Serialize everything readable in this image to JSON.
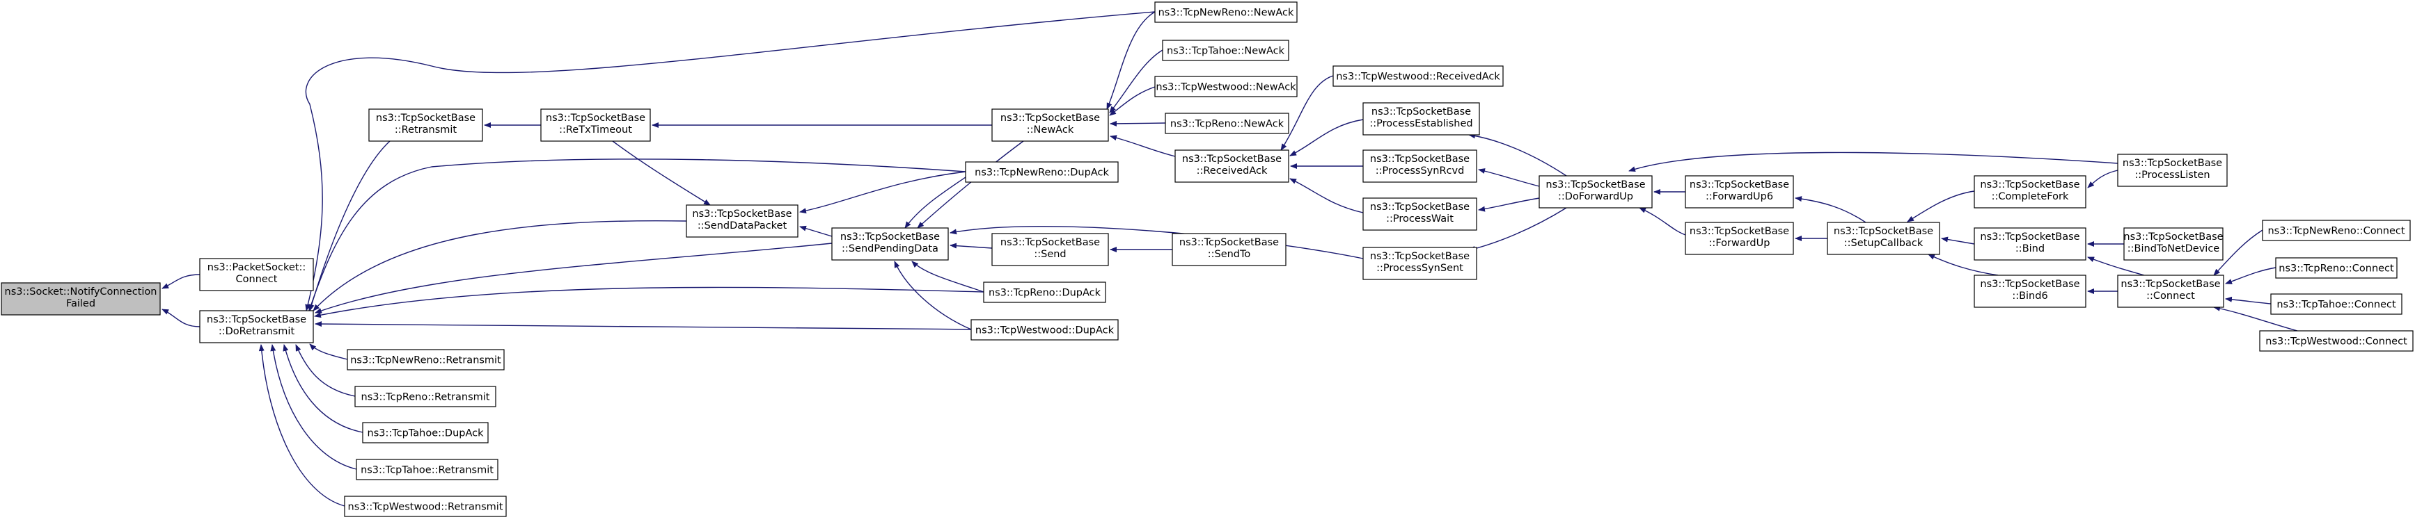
{
  "colors": {
    "edge": "#191970",
    "node_border": "#000000",
    "node_fill": "#ffffff",
    "focus_fill": "#bfbfbf"
  },
  "nodes": [
    {
      "id": "n_notify",
      "lines": [
        "ns3::Socket::NotifyConnection",
        "Failed"
      ],
      "focus": true
    },
    {
      "id": "n_packet_connect",
      "lines": [
        "ns3::PacketSocket::",
        "Connect"
      ]
    },
    {
      "id": "n_doretransmit",
      "lines": [
        "ns3::TcpSocketBase",
        "::DoRetransmit"
      ]
    },
    {
      "id": "n_retransmit",
      "lines": [
        "ns3::TcpSocketBase",
        "::Retransmit"
      ]
    },
    {
      "id": "n_retxtimeout",
      "lines": [
        "ns3::TcpSocketBase",
        "::ReTxTimeout"
      ]
    },
    {
      "id": "n_senddatapacket",
      "lines": [
        "ns3::TcpSocketBase",
        "::SendDataPacket"
      ]
    },
    {
      "id": "n_sendpendingdata",
      "lines": [
        "ns3::TcpSocketBase",
        "::SendPendingData"
      ]
    },
    {
      "id": "n_newack",
      "lines": [
        "ns3::TcpSocketBase",
        "::NewAck"
      ]
    },
    {
      "id": "n_send",
      "lines": [
        "ns3::TcpSocketBase",
        "::Send"
      ]
    },
    {
      "id": "n_sendto",
      "lines": [
        "ns3::TcpSocketBase",
        "::SendTo"
      ]
    },
    {
      "id": "n_receivedack",
      "lines": [
        "ns3::TcpSocketBase",
        "::ReceivedAck"
      ]
    },
    {
      "id": "n_newreno_newack",
      "lines": [
        "ns3::TcpNewReno::NewAck"
      ]
    },
    {
      "id": "n_tahoe_newack",
      "lines": [
        "ns3::TcpTahoe::NewAck"
      ]
    },
    {
      "id": "n_westwood_newack",
      "lines": [
        "ns3::TcpWestwood::NewAck"
      ]
    },
    {
      "id": "n_reno_newack",
      "lines": [
        "ns3::TcpReno::NewAck"
      ]
    },
    {
      "id": "n_newreno_dupack",
      "lines": [
        "ns3::TcpNewReno::DupAck"
      ]
    },
    {
      "id": "n_reno_dupack",
      "lines": [
        "ns3::TcpReno::DupAck"
      ]
    },
    {
      "id": "n_westwood_dupack",
      "lines": [
        "ns3::TcpWestwood::DupAck"
      ]
    },
    {
      "id": "n_newreno_retransmit",
      "lines": [
        "ns3::TcpNewReno::Retransmit"
      ]
    },
    {
      "id": "n_reno_retransmit",
      "lines": [
        "ns3::TcpReno::Retransmit"
      ]
    },
    {
      "id": "n_tahoe_dupack",
      "lines": [
        "ns3::TcpTahoe::DupAck"
      ]
    },
    {
      "id": "n_tahoe_retransmit",
      "lines": [
        "ns3::TcpTahoe::Retransmit"
      ]
    },
    {
      "id": "n_westwood_retransmit",
      "lines": [
        "ns3::TcpWestwood::Retransmit"
      ]
    },
    {
      "id": "n_westwood_receivedack",
      "lines": [
        "ns3::TcpWestwood::ReceivedAck"
      ]
    },
    {
      "id": "n_processestablished",
      "lines": [
        "ns3::TcpSocketBase",
        "::ProcessEstablished"
      ]
    },
    {
      "id": "n_processsynrcvd",
      "lines": [
        "ns3::TcpSocketBase",
        "::ProcessSynRcvd"
      ]
    },
    {
      "id": "n_processwait",
      "lines": [
        "ns3::TcpSocketBase",
        "::ProcessWait"
      ]
    },
    {
      "id": "n_processsynsent",
      "lines": [
        "ns3::TcpSocketBase",
        "::ProcessSynSent"
      ]
    },
    {
      "id": "n_doforwardup",
      "lines": [
        "ns3::TcpSocketBase",
        "::DoForwardUp"
      ]
    },
    {
      "id": "n_forwardup6",
      "lines": [
        "ns3::TcpSocketBase",
        "::ForwardUp6"
      ]
    },
    {
      "id": "n_forwardup",
      "lines": [
        "ns3::TcpSocketBase",
        "::ForwardUp"
      ]
    },
    {
      "id": "n_setupcallback",
      "lines": [
        "ns3::TcpSocketBase",
        "::SetupCallback"
      ]
    },
    {
      "id": "n_completefork",
      "lines": [
        "ns3::TcpSocketBase",
        "::CompleteFork"
      ]
    },
    {
      "id": "n_processlisten",
      "lines": [
        "ns3::TcpSocketBase",
        "::ProcessListen"
      ]
    },
    {
      "id": "n_bind",
      "lines": [
        "ns3::TcpSocketBase",
        "::Bind"
      ]
    },
    {
      "id": "n_bindtonetdevice",
      "lines": [
        "ns3::TcpSocketBase",
        "::BindToNetDevice"
      ]
    },
    {
      "id": "n_bind6",
      "lines": [
        "ns3::TcpSocketBase",
        "::Bind6"
      ]
    },
    {
      "id": "n_connect",
      "lines": [
        "ns3::TcpSocketBase",
        "::Connect"
      ]
    },
    {
      "id": "n_newreno_connect",
      "lines": [
        "ns3::TcpNewReno::Connect"
      ]
    },
    {
      "id": "n_reno_connect",
      "lines": [
        "ns3::TcpReno::Connect"
      ]
    },
    {
      "id": "n_tahoe_connect",
      "lines": [
        "ns3::TcpTahoe::Connect"
      ]
    },
    {
      "id": "n_westwood_connect",
      "lines": [
        "ns3::TcpWestwood::Connect"
      ]
    }
  ],
  "edges": [
    {
      "from": "n_packet_connect",
      "to": "n_notify"
    },
    {
      "from": "n_doretransmit",
      "to": "n_notify"
    },
    {
      "from": "n_retransmit",
      "to": "n_doretransmit"
    },
    {
      "from": "n_newreno_newack",
      "to": "n_doretransmit"
    },
    {
      "from": "n_newreno_dupack",
      "to": "n_doretransmit"
    },
    {
      "from": "n_senddatapacket",
      "to": "n_doretransmit"
    },
    {
      "from": "n_sendpendingdata",
      "to": "n_doretransmit"
    },
    {
      "from": "n_reno_dupack",
      "to": "n_doretransmit"
    },
    {
      "from": "n_westwood_dupack",
      "to": "n_doretransmit"
    },
    {
      "from": "n_newreno_retransmit",
      "to": "n_doretransmit"
    },
    {
      "from": "n_reno_retransmit",
      "to": "n_doretransmit"
    },
    {
      "from": "n_tahoe_dupack",
      "to": "n_doretransmit"
    },
    {
      "from": "n_tahoe_retransmit",
      "to": "n_doretransmit"
    },
    {
      "from": "n_westwood_retransmit",
      "to": "n_doretransmit"
    },
    {
      "from": "n_retxtimeout",
      "to": "n_retransmit"
    },
    {
      "from": "n_newack",
      "to": "n_retxtimeout"
    },
    {
      "from": "n_retxtimeout",
      "to": "n_senddatapacket"
    },
    {
      "from": "n_sendpendingdata",
      "to": "n_senddatapacket"
    },
    {
      "from": "n_newreno_dupack",
      "to": "n_senddatapacket"
    },
    {
      "from": "n_newack",
      "to": "n_sendpendingdata"
    },
    {
      "from": "n_newreno_dupack",
      "to": "n_sendpendingdata"
    },
    {
      "from": "n_send",
      "to": "n_sendpendingdata"
    },
    {
      "from": "n_processsynsent",
      "to": "n_sendpendingdata"
    },
    {
      "from": "n_reno_dupack",
      "to": "n_sendpendingdata"
    },
    {
      "from": "n_westwood_dupack",
      "to": "n_sendpendingdata"
    },
    {
      "from": "n_sendto",
      "to": "n_send"
    },
    {
      "from": "n_newreno_newack",
      "to": "n_newack"
    },
    {
      "from": "n_tahoe_newack",
      "to": "n_newack"
    },
    {
      "from": "n_westwood_newack",
      "to": "n_newack"
    },
    {
      "from": "n_reno_newack",
      "to": "n_newack"
    },
    {
      "from": "n_receivedack",
      "to": "n_newack"
    },
    {
      "from": "n_westwood_receivedack",
      "to": "n_receivedack"
    },
    {
      "from": "n_processestablished",
      "to": "n_receivedack"
    },
    {
      "from": "n_processsynrcvd",
      "to": "n_receivedack"
    },
    {
      "from": "n_processwait",
      "to": "n_receivedack"
    },
    {
      "from": "n_doforwardup",
      "to": "n_processestablished"
    },
    {
      "from": "n_doforwardup",
      "to": "n_processsynrcvd"
    },
    {
      "from": "n_doforwardup",
      "to": "n_processwait"
    },
    {
      "from": "n_doforwardup",
      "to": "n_processsynsent"
    },
    {
      "from": "n_forwardup6",
      "to": "n_doforwardup"
    },
    {
      "from": "n_forwardup",
      "to": "n_doforwardup"
    },
    {
      "from": "n_processlisten",
      "to": "n_doforwardup"
    },
    {
      "from": "n_setupcallback",
      "to": "n_forwardup6"
    },
    {
      "from": "n_setupcallback",
      "to": "n_forwardup"
    },
    {
      "from": "n_completefork",
      "to": "n_setupcallback"
    },
    {
      "from": "n_bind",
      "to": "n_setupcallback"
    },
    {
      "from": "n_bind6",
      "to": "n_setupcallback"
    },
    {
      "from": "n_processlisten",
      "to": "n_completefork"
    },
    {
      "from": "n_bindtonetdevice",
      "to": "n_bind"
    },
    {
      "from": "n_connect",
      "to": "n_bind"
    },
    {
      "from": "n_connect",
      "to": "n_bind6"
    },
    {
      "from": "n_newreno_connect",
      "to": "n_connect"
    },
    {
      "from": "n_reno_connect",
      "to": "n_connect"
    },
    {
      "from": "n_tahoe_connect",
      "to": "n_connect"
    },
    {
      "from": "n_westwood_connect",
      "to": "n_connect"
    }
  ]
}
